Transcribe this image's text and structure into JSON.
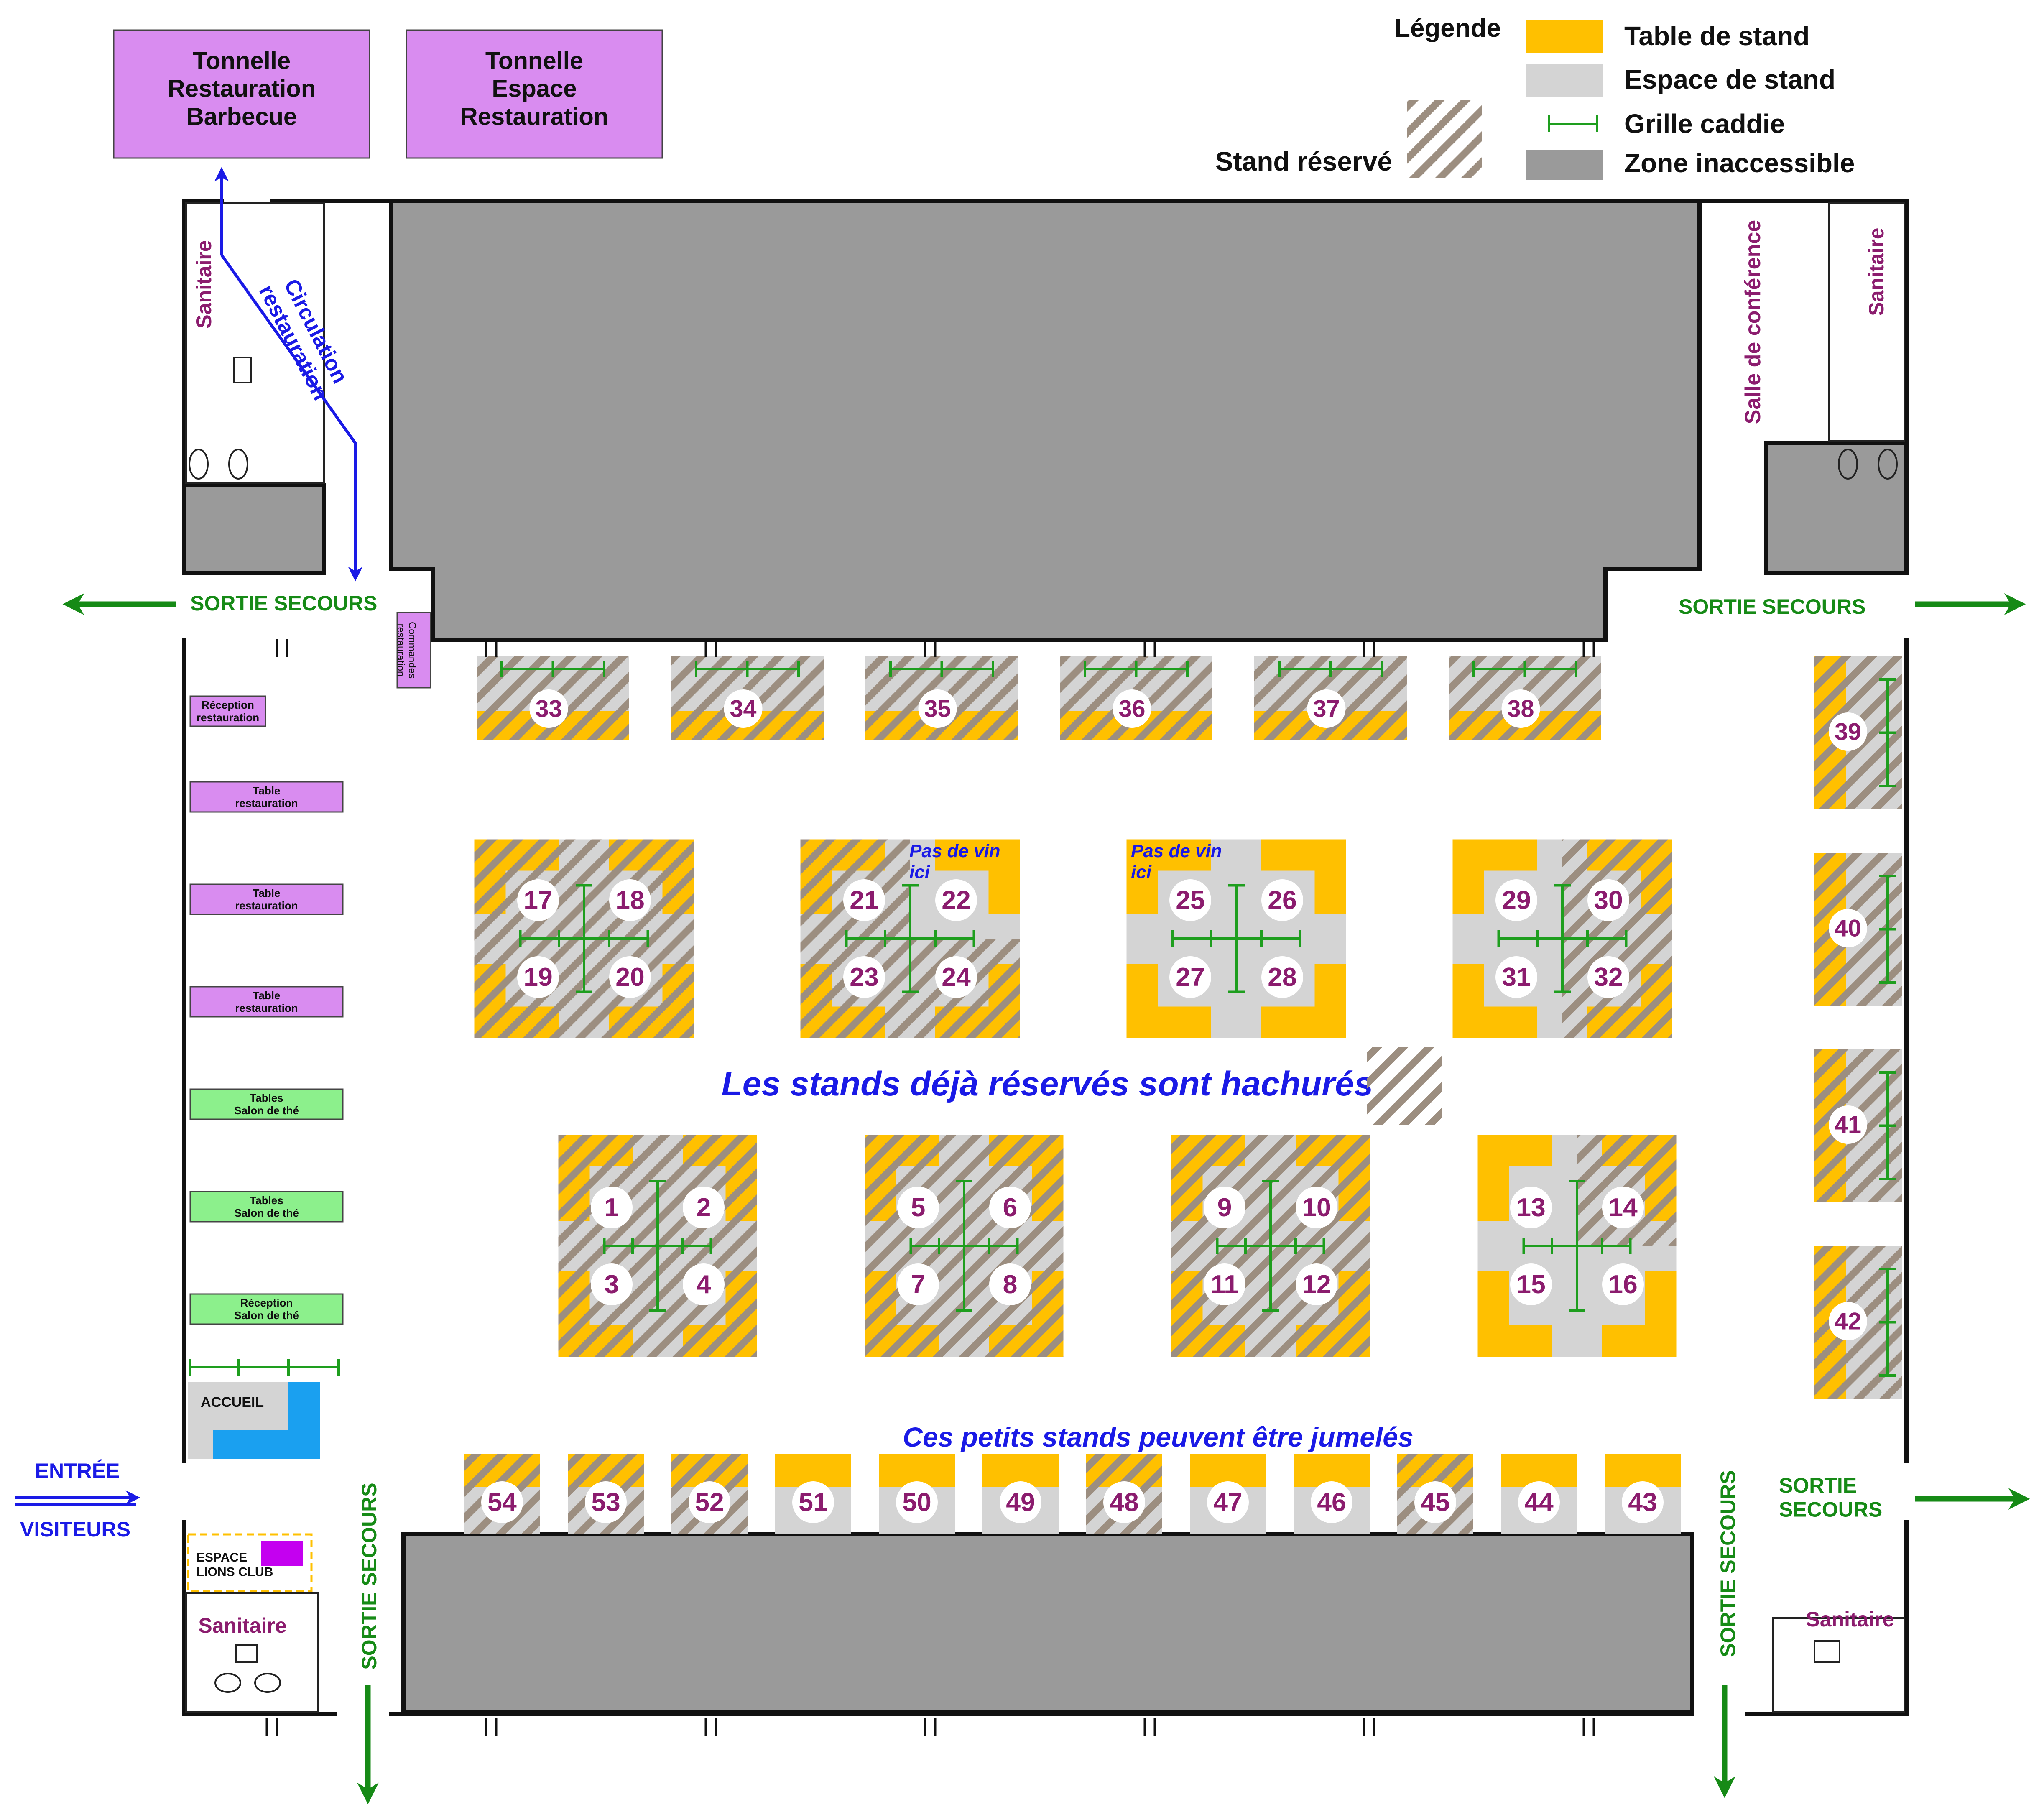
{
  "colors": {
    "table": "#FFC000",
    "space": "#D4D4D4",
    "inaccessible": "#9A9A9A",
    "grid": "#1E9E1E",
    "exit": "#168A16",
    "number": "#8B1C6E",
    "blue": "#1A1AE6",
    "tonnelle": "#D98CF0",
    "restauration": "#D98CF0",
    "salon": "#8CF08C",
    "accueil_desk": "#1AA0F0",
    "hatch": "#9C8E80"
  },
  "tonnelles": [
    "Tonnelle\nRestauration\nBarbecue",
    "Tonnelle\nEspace\nRestauration"
  ],
  "legend": {
    "title": "Légende",
    "table": "Table de stand",
    "space": "Espace de stand",
    "grid": "Grille caddie",
    "inaccessible": "Zone inaccessible",
    "reserved": "Stand réservé"
  },
  "labels": {
    "sanitaire": "Sanitaire",
    "circulation": "Circulation\nrestauration",
    "conference": "Salle de conférence",
    "sortie_secours": "SORTIE SECOURS",
    "sortie_secours_split": "SORTIE\nSECOURS",
    "commandes": "Commandes\nrestauration",
    "accueil": "ACCUEIL",
    "entree": "ENTRÉE",
    "visiteurs": "VISITEURS",
    "lions": "ESPACE\nLIONS CLUB",
    "pas_de_vin": "Pas de vin\nici",
    "hatched_note": "Les stands déjà réservés sont hachurés",
    "small_note": "Ces petits stands peuvent être jumelés"
  },
  "left_tables": [
    {
      "text": "Réception\nrestauration",
      "type": "restauration"
    },
    {
      "text": "Table\nrestauration",
      "type": "restauration"
    },
    {
      "text": "Table\nrestauration",
      "type": "restauration"
    },
    {
      "text": "Table\nrestauration",
      "type": "restauration"
    },
    {
      "text": "Tables\nSalon de thé",
      "type": "salon"
    },
    {
      "text": "Tables\nSalon de thé",
      "type": "salon"
    },
    {
      "text": "Réception\nSalon de thé",
      "type": "salon"
    }
  ],
  "top_stands": [
    {
      "n": "33",
      "reserved": true
    },
    {
      "n": "34",
      "reserved": true
    },
    {
      "n": "35",
      "reserved": true
    },
    {
      "n": "36",
      "reserved": true
    },
    {
      "n": "37",
      "reserved": true
    },
    {
      "n": "38",
      "reserved": true
    }
  ],
  "right_stands": [
    {
      "n": "39",
      "reserved": true
    },
    {
      "n": "40",
      "reserved": true
    },
    {
      "n": "41",
      "reserved": true
    },
    {
      "n": "42",
      "reserved": true
    }
  ],
  "clusters_row1": [
    {
      "nums": [
        "17",
        "18",
        "19",
        "20"
      ],
      "reserved": [
        true,
        true,
        true,
        true
      ]
    },
    {
      "nums": [
        "21",
        "22",
        "23",
        "24"
      ],
      "reserved": [
        true,
        false,
        true,
        true
      ]
    },
    {
      "nums": [
        "25",
        "26",
        "27",
        "28"
      ],
      "reserved": [
        false,
        false,
        false,
        false
      ]
    },
    {
      "nums": [
        "29",
        "30",
        "31",
        "32"
      ],
      "reserved": [
        false,
        true,
        false,
        true
      ]
    }
  ],
  "clusters_row2": [
    {
      "nums": [
        "1",
        "2",
        "3",
        "4"
      ],
      "reserved": [
        true,
        true,
        true,
        true
      ]
    },
    {
      "nums": [
        "5",
        "6",
        "7",
        "8"
      ],
      "reserved": [
        true,
        true,
        true,
        true
      ]
    },
    {
      "nums": [
        "9",
        "10",
        "11",
        "12"
      ],
      "reserved": [
        true,
        true,
        true,
        true
      ]
    },
    {
      "nums": [
        "13",
        "14",
        "15",
        "16"
      ],
      "reserved": [
        false,
        true,
        false,
        false
      ]
    }
  ],
  "bottom_stands": [
    {
      "n": "54",
      "reserved": true
    },
    {
      "n": "53",
      "reserved": true
    },
    {
      "n": "52",
      "reserved": true
    },
    {
      "n": "51",
      "reserved": false
    },
    {
      "n": "50",
      "reserved": false
    },
    {
      "n": "49",
      "reserved": false
    },
    {
      "n": "48",
      "reserved": true
    },
    {
      "n": "47",
      "reserved": false
    },
    {
      "n": "46",
      "reserved": false
    },
    {
      "n": "45",
      "reserved": true
    },
    {
      "n": "44",
      "reserved": false
    },
    {
      "n": "43",
      "reserved": false
    }
  ]
}
